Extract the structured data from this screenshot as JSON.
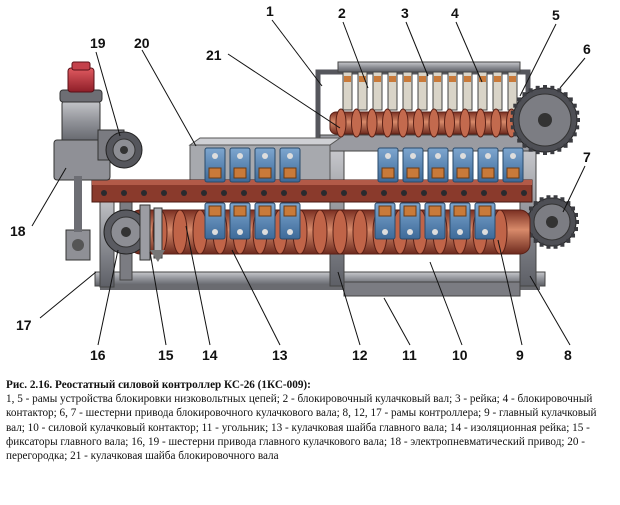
{
  "labels": {
    "l1": "1",
    "l2": "2",
    "l3": "3",
    "l4": "4",
    "l5": "5",
    "l6": "6",
    "l7": "7",
    "l8": "8",
    "l9": "9",
    "l10": "10",
    "l11": "11",
    "l12": "12",
    "l13": "13",
    "l14": "14",
    "l15": "15",
    "l16": "16",
    "l17": "17",
    "l18": "18",
    "l19": "19",
    "l20": "20",
    "l21": "21"
  },
  "caption": {
    "title": "Рис. 2.16. Реостатный силовой контроллер КС-26 (1КС-009):",
    "body": "1, 5 - рамы устройства блокировки низковольтных цепей; 2 - блокировочный кулачковый вал; 3 - рейка; 4 - блокировочный контактор; 6, 7 - шестерни привода блокировочного кулачкового вала; 8, 12, 17 - рамы контроллера; 9 - главный кулачковый вал; 10 - силовой кулачковый контактор; 11 - угольник; 13 - кулачковая шайба главного вала; 14 - изоляционная рейка; 15 - фиксаторы главного вала; 16, 19 - шестерни привода главного кулачкового вала; 18 - электропневматический привод; 20 - перегородка; 21 - кулачковая шайба блокировочного вала"
  },
  "colors": {
    "frame": "#8f8f94",
    "frame_dark": "#56565c",
    "rail": "#8a3a2c",
    "cam_shaft": "#b8624a",
    "contact_plate": "#4f7fb0",
    "copper": "#c97a3a",
    "actuator_red": "#b8323c"
  }
}
